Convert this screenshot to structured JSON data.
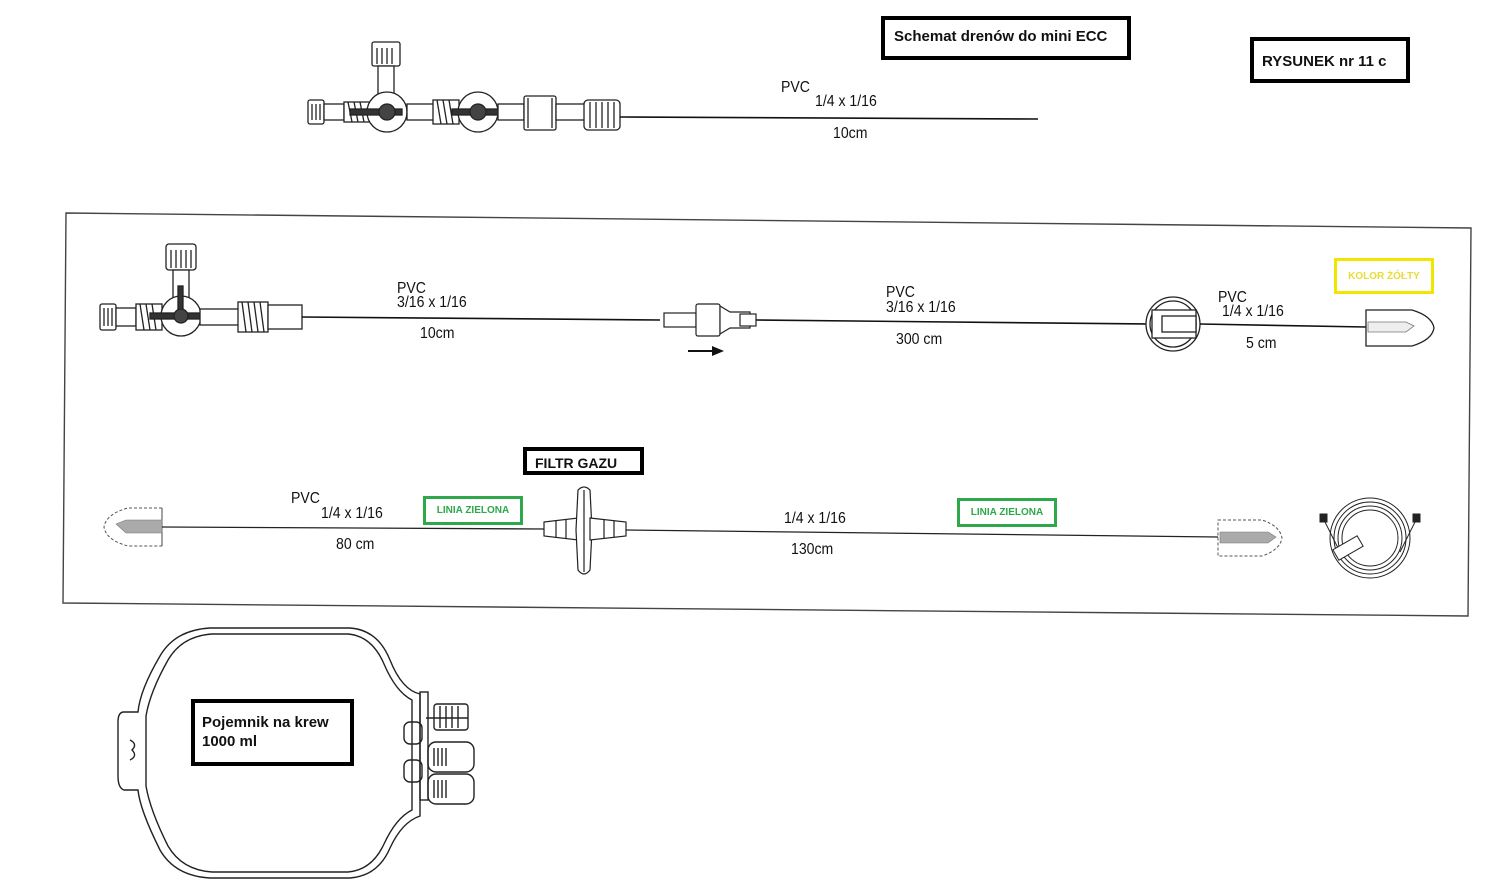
{
  "title": "Schemat drenów do mini ECC",
  "figure_label": "RYSUNEK nr 11 c",
  "top_line": {
    "material": "PVC",
    "size": "1/4 x 1/16",
    "length": "10cm"
  },
  "panel": {
    "row1": {
      "segment1": {
        "material": "PVC",
        "size": "3/16 x 1/16",
        "length": "10cm"
      },
      "segment2": {
        "material": "PVC",
        "size": "3/16 x 1/16",
        "length": "300 cm"
      },
      "segment3": {
        "material": "PVC",
        "size": "1/4 x 1/16",
        "length": "5 cm"
      },
      "color_note": "KOLOR ŻÓŁTY"
    },
    "row2": {
      "filter_label": "FILTR GAZU",
      "segment1": {
        "material": "PVC",
        "size": "1/4 x 1/16",
        "length": "80 cm",
        "line_note": "LINIA ZIELONA"
      },
      "segment2": {
        "size": "1/4 x 1/16",
        "length": "130cm",
        "line_note": "LINIA ZIELONA"
      }
    }
  },
  "container_label": {
    "line1": "Pojemnik na krew",
    "line2": "1000 ml"
  },
  "colors": {
    "yellow": "#f2e600",
    "green": "#2ea84a",
    "ink": "#111111"
  }
}
